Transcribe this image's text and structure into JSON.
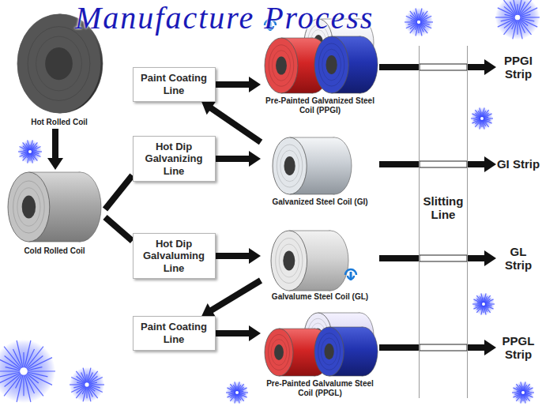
{
  "diagram": {
    "title": "Manufacture Process",
    "nodes": [
      {
        "text": [
          "Hot Rolled Coil"
        ]
      },
      {
        "text": [
          "Paint Coating Line"
        ]
      },
      {
        "text": [
          "Pre-Painted Galvanized Steel Coil (PPGI)"
        ]
      },
      {
        "text": [
          "PPGI Strip"
        ]
      },
      {
        "text": [
          "Hot Dip Galvanizing Line"
        ]
      },
      {
        "text": [
          "Galvanized Steel Coil (GI)"
        ]
      },
      {
        "text": [
          "GI Strip"
        ]
      },
      {
        "text": [
          "Slitting Line"
        ]
      },
      {
        "text": [
          "Cold Rolled Coil"
        ]
      },
      {
        "text": [
          "Hot Dip Galvaluming Line"
        ]
      },
      {
        "text": [
          "Galvalume Steel Coil (GL)"
        ]
      },
      {
        "text": [
          "GL Strip"
        ]
      },
      {
        "text": [
          "Paint Coating Line"
        ]
      },
      {
        "text": [
          "Pre-Painted Galvalume Steel Coil (PPGL)"
        ]
      },
      {
        "text": [
          "PPGL Strip"
        ]
      }
    ],
    "edges": [
      {
        "from": 0,
        "to": 8,
        "arrow": "to"
      },
      {
        "from": 1,
        "to": 2,
        "arrow": "to"
      },
      {
        "from": 2,
        "to": 7,
        "arrow": "none"
      },
      {
        "from": 7,
        "to": 3,
        "arrow": "to"
      },
      {
        "from": 4,
        "to": 5,
        "arrow": "to"
      },
      {
        "from": 5,
        "to": 1,
        "arrow": "to"
      },
      {
        "from": 5,
        "to": 7,
        "arrow": "none"
      },
      {
        "from": 7,
        "to": 6,
        "arrow": "to"
      },
      {
        "from": 8,
        "to": 4,
        "arrow": "none"
      },
      {
        "from": 8,
        "to": 9,
        "arrow": "none"
      },
      {
        "from": 9,
        "to": 10,
        "arrow": "to"
      },
      {
        "from": 10,
        "to": 12,
        "arrow": "to"
      },
      {
        "from": 10,
        "to": 7,
        "arrow": "none"
      },
      {
        "from": 7,
        "to": 11,
        "arrow": "to"
      },
      {
        "from": 12,
        "to": 13,
        "arrow": "to"
      },
      {
        "from": 13,
        "to": 7,
        "arrow": "none"
      },
      {
        "from": 7,
        "to": 14,
        "arrow": "to"
      }
    ]
  }
}
